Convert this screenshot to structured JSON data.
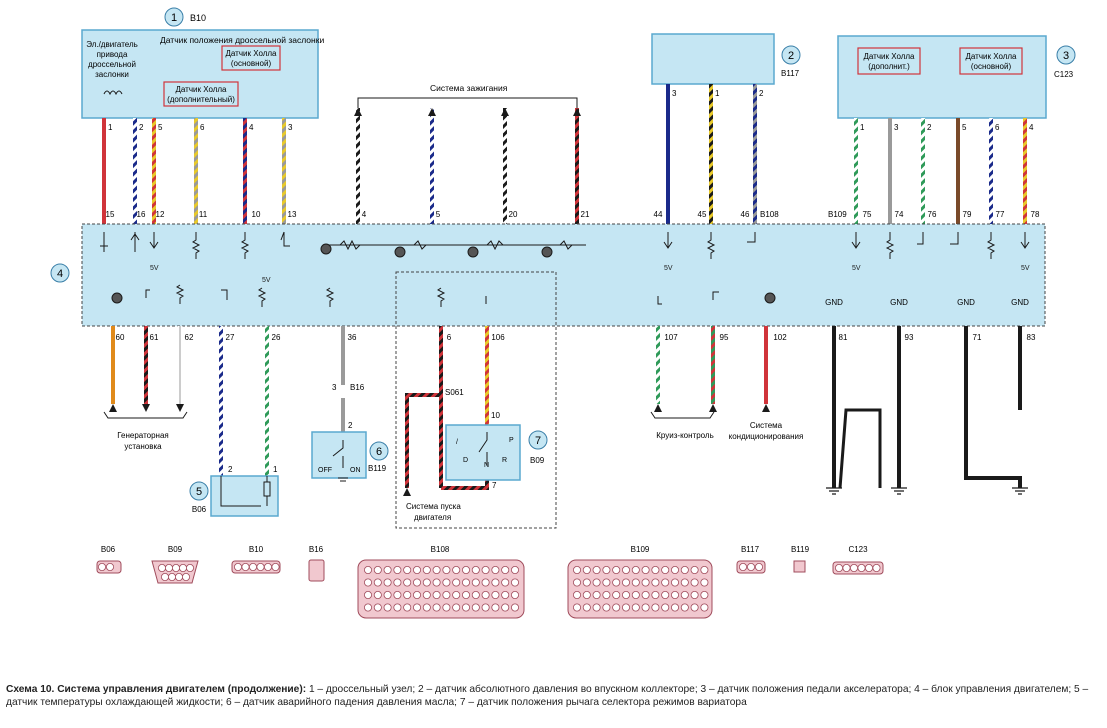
{
  "colors": {
    "module_fill": "#c5e6f3",
    "module_stroke": "#5aa8cf",
    "connector_fill": "#f1c8cf",
    "connector_stroke": "#a04c5c",
    "wire_red": "#d0343a",
    "wire_black": "#1a1a1a",
    "wire_blue": "#1a2a8a",
    "wire_yellow": "#e8c92a",
    "wire_green": "#2f9a59",
    "wire_gray": "#9a9a9a",
    "wire_orange": "#e08a1a",
    "wire_brown": "#7a4a2a",
    "wire_white": "#f4f4f4"
  },
  "modules": {
    "m1": {
      "number": "1",
      "code": "B10",
      "title": "Датчик положения дроссельной заслонки",
      "motor_label": [
        "Эл./двигатель",
        "привода",
        "дроссельной",
        "заслонки"
      ],
      "hall_main": [
        "Датчик Холла",
        "(основной)"
      ],
      "hall_extra": [
        "Датчик Холла",
        "(дополнительный)"
      ],
      "pins": [
        "1",
        "2",
        "5",
        "6",
        "4",
        "3"
      ]
    },
    "m2": {
      "number": "2",
      "code": "B117",
      "pins": [
        "3",
        "1",
        "2"
      ]
    },
    "m3": {
      "number": "3",
      "code": "C123",
      "hall_extra": [
        "Датчик Холла",
        "(дополнит.)"
      ],
      "hall_main": [
        "Датчик Холла",
        "(основной)"
      ],
      "pins": [
        "1",
        "3",
        "2",
        "5",
        "6",
        "4"
      ]
    },
    "m4": {
      "number": "4",
      "top_pins": [
        "15",
        "16",
        "12",
        "11",
        "10",
        "13",
        "4",
        "5",
        "20",
        "21",
        "44",
        "45",
        "46",
        "75",
        "74",
        "76",
        "79",
        "77",
        "78"
      ],
      "connector_b108": "B108",
      "connector_b109": "B109",
      "bottom_pins": [
        "60",
        "61",
        "62",
        "27",
        "26",
        "36",
        "6",
        "106",
        "107",
        "95",
        "102",
        "81",
        "93",
        "71",
        "83"
      ],
      "v5": "5V",
      "gnd": "GND"
    },
    "m5": {
      "number": "5",
      "code": "B06",
      "pins": [
        "2",
        "1"
      ]
    },
    "m6": {
      "number": "6",
      "code": "B119",
      "pin_b16": "3",
      "b16": "B16",
      "pin2": "2",
      "off": "OFF",
      "on": "ON"
    },
    "m7": {
      "number": "7",
      "code": "B09",
      "pin10": "10",
      "pin7": "7",
      "positions": [
        "P",
        "R",
        "N",
        "D",
        "/"
      ],
      "s061": "S061"
    }
  },
  "labels": {
    "ignition": "Система зажигания",
    "generator": [
      "Генераторная",
      "установка"
    ],
    "cruise": "Круиз-контроль",
    "ac": [
      "Система",
      "кондиционирования"
    ],
    "start": [
      "Система пуска",
      "двигателя"
    ]
  },
  "connectors": [
    "B06",
    "B09",
    "B10",
    "B16",
    "B108",
    "B109",
    "B117",
    "B119",
    "C123"
  ],
  "caption": {
    "title": "Схема 10. Система управления двигателем (продолжение):",
    "text": " 1 – дроссельный узел; 2 – датчик абсолютного давления во впускном коллекторе; 3 – датчик положения педали акселератора; 4 – блок управления двигателем; 5 – датчик температуры охлаждающей жидкости; 6 – датчик аварийного падения давления масла; 7 – датчик положения рычага селектора режимов вариатора"
  }
}
